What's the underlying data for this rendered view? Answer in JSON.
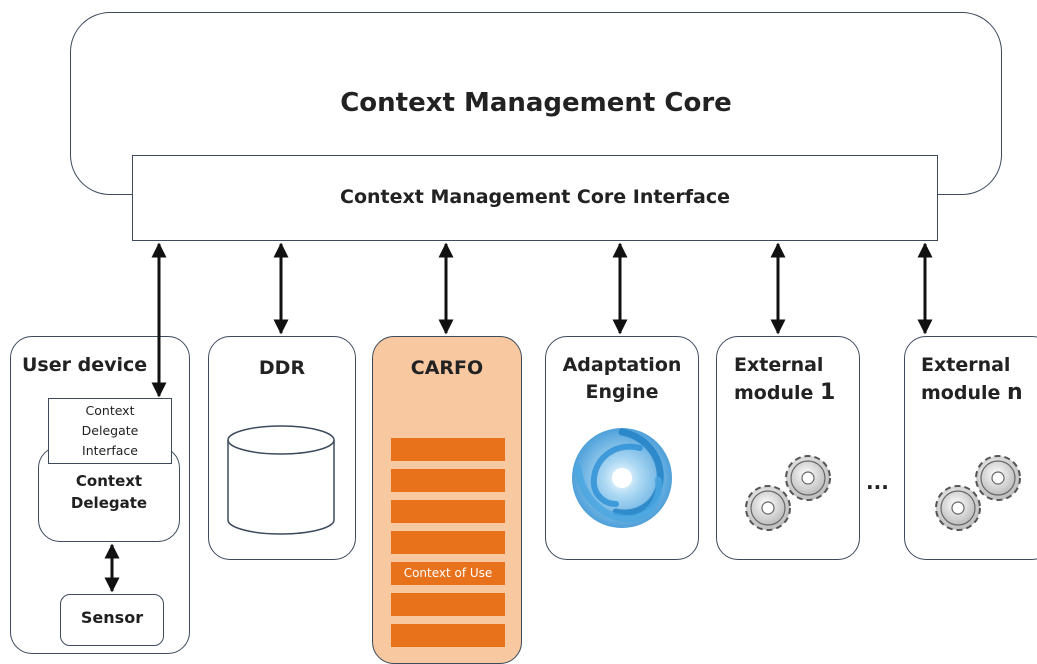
{
  "core": {
    "title": "Context Management Core",
    "interface_label": "Context Management Core Interface"
  },
  "modules": {
    "user_device": {
      "title": "User device",
      "delegate_interface": [
        "Context",
        "Delegate",
        "Interface"
      ],
      "delegate": [
        "Context",
        "Delegate"
      ],
      "sensor": "Sensor"
    },
    "ddr": {
      "title": "DDR"
    },
    "carfo": {
      "title": "CARFO",
      "highlighted_row": "Context of Use"
    },
    "adaptation_engine": {
      "title": [
        "Adaptation",
        "Engine"
      ]
    },
    "external_1": {
      "title_line1": "External",
      "title_line2": "module ",
      "title_index": "1"
    },
    "external_n": {
      "title_line1": "External",
      "title_line2": "module ",
      "title_index": "n"
    },
    "ellipsis": "..."
  },
  "colors": {
    "stroke": "#3c4a5c",
    "carfo_fill": "#f8c8a0",
    "carfo_bar": "#e8711c",
    "swirl": "#3a9ad9"
  }
}
